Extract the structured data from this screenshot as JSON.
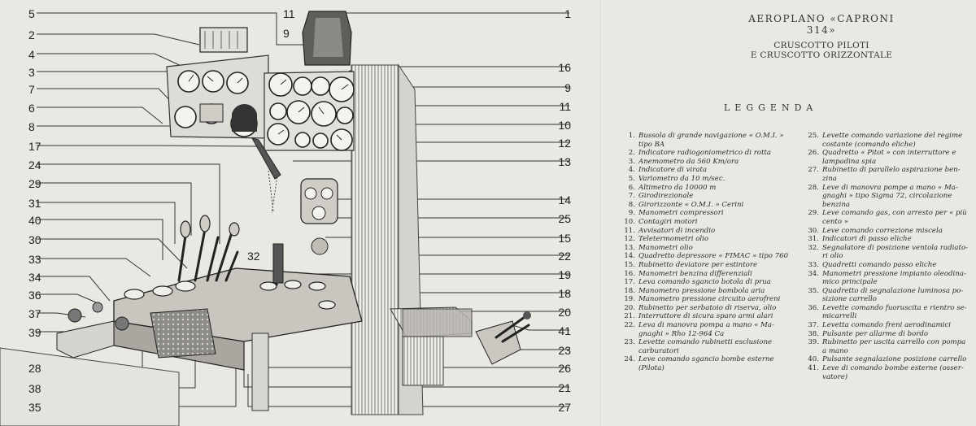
{
  "title": "AEROPLANO «CAPRONI 314»",
  "subtitle_1": "CRUSCOTTO PILOTI",
  "subtitle_2": "E CRUSCOTTO ORIZZONTALE",
  "legend_heading": "LEGGENDA",
  "callouts_left": [
    "5",
    "2",
    "4",
    "3",
    "7",
    "6",
    "8",
    "17",
    "24",
    "29",
    "31",
    "40",
    "30",
    "33",
    "34",
    "36",
    "37",
    "39",
    "28",
    "38",
    "35"
  ],
  "callouts_right": [
    "1",
    "16",
    "9",
    "11",
    "10",
    "12",
    "13",
    "14",
    "25",
    "15",
    "22",
    "19",
    "18",
    "20",
    "41",
    "23",
    "26",
    "21",
    "27"
  ],
  "callouts_inner": [
    "11",
    "9",
    "32"
  ],
  "legend_left": [
    {
      "n": "1.",
      "t": "Bussola di grande navigazione « O.M.I. »"
    },
    {
      "n": "",
      "t": "tipo BA"
    },
    {
      "n": "2.",
      "t": "Indicatore radiogoniometrico di rotta"
    },
    {
      "n": "3.",
      "t": "Anemometro da 560 Km/ora"
    },
    {
      "n": "4.",
      "t": "Indicatore di virata"
    },
    {
      "n": "5.",
      "t": "Variometro da 10 m/sec."
    },
    {
      "n": "6.",
      "t": "Altimetro da 10000 m"
    },
    {
      "n": "7.",
      "t": "Girodirezionale"
    },
    {
      "n": "8.",
      "t": "Girorizzonte « O.M.I. » Cerini"
    },
    {
      "n": "9.",
      "t": "Manometri compressori"
    },
    {
      "n": "10.",
      "t": "Contagiri motori"
    },
    {
      "n": "11.",
      "t": "Avvisatori di incendio"
    },
    {
      "n": "12.",
      "t": "Teletermometri olio"
    },
    {
      "n": "13.",
      "t": "Manometri olio"
    },
    {
      "n": "14.",
      "t": "Quadretto depressore « FIMAC » tipo 760"
    },
    {
      "n": "15.",
      "t": "Rubinetto deviatore per estintore"
    },
    {
      "n": "16.",
      "t": "Manometri benzina differenziali"
    },
    {
      "n": "17.",
      "t": "Leva comando sgancio botola di prua"
    },
    {
      "n": "18.",
      "t": "Manometro pressione bombola aria"
    },
    {
      "n": "19.",
      "t": "Manometro pressione circuito aerofreni"
    },
    {
      "n": "20.",
      "t": "Rubinetto per serbatoio di riserva, olio"
    },
    {
      "n": "21.",
      "t": "Interruttore di sicura sparo armi alari"
    },
    {
      "n": "22.",
      "t": "Leva di manovra pompa a mano « Ma-"
    },
    {
      "n": "",
      "t": "gnaghi » Rho 12-964 Ca"
    },
    {
      "n": "23.",
      "t": "Levette comando rubinetti esclusione"
    },
    {
      "n": "",
      "t": "carburatori"
    },
    {
      "n": "24.",
      "t": "Leve comando sgancio bombe esterne"
    },
    {
      "n": "",
      "t": "(Pilota)"
    }
  ],
  "legend_right": [
    {
      "n": "25.",
      "t": "Levette comando variazione del regime"
    },
    {
      "n": "",
      "t": "costante (comando eliche)"
    },
    {
      "n": "26.",
      "t": "Quadretto « Pitot » con interruttore e"
    },
    {
      "n": "",
      "t": "lampadina spia"
    },
    {
      "n": "27.",
      "t": "Rubinetto di parallelo aspirazione ben-"
    },
    {
      "n": "",
      "t": "zina"
    },
    {
      "n": "28.",
      "t": "Leve di manovra pompe a mano « Ma-"
    },
    {
      "n": "",
      "t": "gnaghi » tipo Sigma 72, circolazione"
    },
    {
      "n": "",
      "t": "benzina"
    },
    {
      "n": "29.",
      "t": "Leve comando gas, con arresto per « più"
    },
    {
      "n": "",
      "t": "cento »"
    },
    {
      "n": "30.",
      "t": "Leve comando correzione miscela"
    },
    {
      "n": "31.",
      "t": "Indicatori di passo eliche"
    },
    {
      "n": "32.",
      "t": "Segnalatore di posizione ventola radiato-"
    },
    {
      "n": "",
      "t": "ri olio"
    },
    {
      "n": "33.",
      "t": "Quadretti comando passo eliche"
    },
    {
      "n": "34.",
      "t": "Manometri pressione impianto oleodina-"
    },
    {
      "n": "",
      "t": "mico principale"
    },
    {
      "n": "35.",
      "t": "Quadretto di segnalazione luminosa po-"
    },
    {
      "n": "",
      "t": "sizione carrello"
    },
    {
      "n": "36.",
      "t": "Levette comando fuoruscita e rientro se-"
    },
    {
      "n": "",
      "t": "micarrelli"
    },
    {
      "n": "37.",
      "t": "Levetta comando freni aerodinamici"
    },
    {
      "n": "38.",
      "t": "Pulsante per allarme di bordo"
    },
    {
      "n": "39.",
      "t": "Rubinetto per uscita carrello con pompa"
    },
    {
      "n": "",
      "t": "a mano"
    },
    {
      "n": "40.",
      "t": "Pulsante segnalazione posizione carrello"
    },
    {
      "n": "41.",
      "t": "Leve di comando bombe esterne (osser-"
    },
    {
      "n": "",
      "t": "vatore)"
    }
  ]
}
